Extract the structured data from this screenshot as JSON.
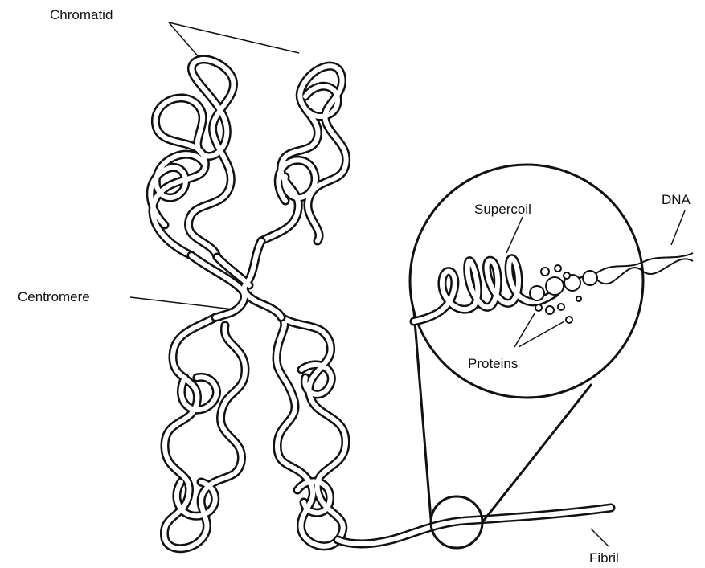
{
  "diagram": {
    "labels": {
      "chromatid": "Chromatid",
      "centromere": "Centromere",
      "supercoil": "Supercoil",
      "dna": "DNA",
      "proteins": "Proteins",
      "fibril": "Fibril"
    },
    "colors": {
      "ink": "#111111",
      "background": "#ffffff"
    }
  }
}
